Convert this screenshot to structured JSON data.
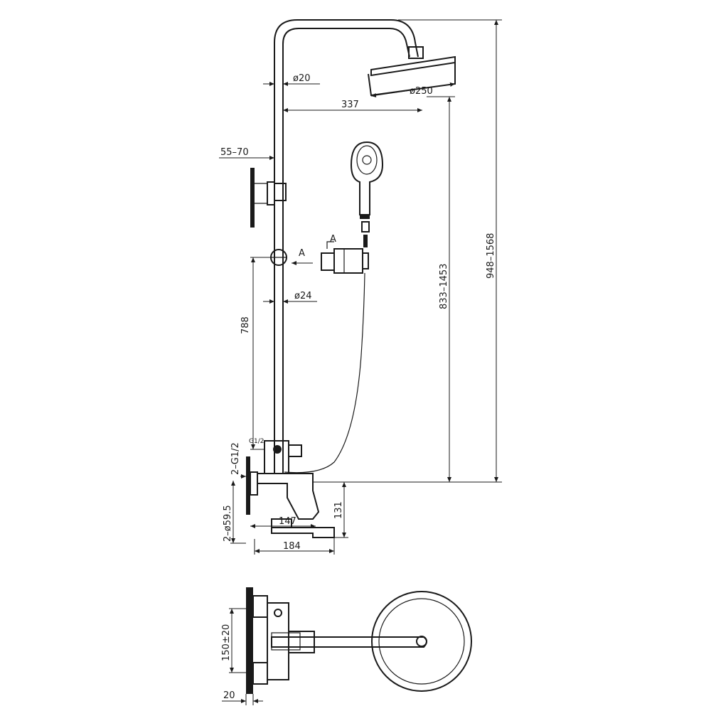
{
  "dimensions": {
    "d_rail_top": "ø20",
    "d_head": "ø250",
    "arm_length": "337",
    "wall_gap": "55–70",
    "detail_marker": "A",
    "d_rail_low": "ø24",
    "slide_length": "788",
    "thread": "2–G1/2",
    "d_flange": "2–ø59.5",
    "spout_len": "147",
    "spout_height": "131",
    "body_width": "184",
    "height_range_1": "833–1453",
    "height_range_2": "948–1568",
    "centres": "150±20",
    "mount_depth": "20",
    "small_thread": "G1/2"
  },
  "colors": {
    "line": "#1a1a1a",
    "background": "#ffffff"
  }
}
